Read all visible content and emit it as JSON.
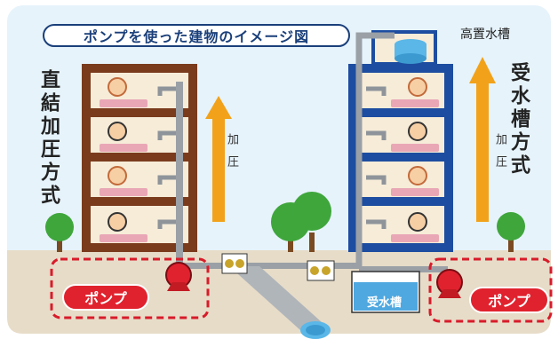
{
  "title": "ポンプを使った建物のイメージ図",
  "left_method": "直結加圧方式",
  "right_method": "受水槽方式",
  "pressure_label": "加圧",
  "elevated_tank_label": "高置水槽",
  "receiving_tank_label": "受水槽",
  "pump_label": "ポンプ",
  "colors": {
    "sky": "#e6f3fb",
    "ground": "#e7dcc8",
    "left_building": "#7a3b1d",
    "right_building": "#1d4da0",
    "arrow": "#f2a21a",
    "pump_red": "#e0222e",
    "dashed_red": "#d81b2a",
    "water": "#5ab7e8",
    "pipe": "#9aa0a6",
    "tree": "#3fa63c",
    "title_border": "#1a3f7a"
  }
}
